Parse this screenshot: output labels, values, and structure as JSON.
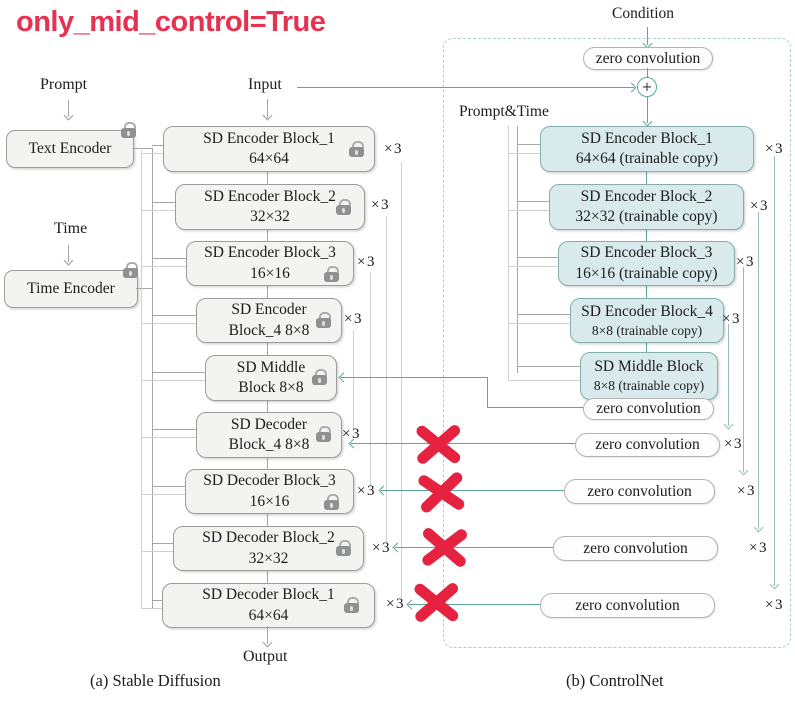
{
  "title": "only_mid_control=True",
  "colors": {
    "title_red": "#e73150",
    "cross_red": "#e52240",
    "accent_teal": "#5aa79e",
    "trainable_fill": "#d9eaec",
    "locked_fill": "#f3f3f2"
  },
  "stable_diffusion": {
    "caption": "(a) Stable Diffusion",
    "prompt_label": "Prompt",
    "text_encoder_label": "Text Encoder",
    "time_label": "Time",
    "time_encoder_label": "Time Encoder",
    "input_label": "Input",
    "output_label": "Output",
    "blocks": [
      {
        "line1": "SD Encoder Block_1",
        "line2": "64×64",
        "mult": "×3"
      },
      {
        "line1": "SD Encoder Block_2",
        "line2": "32×32",
        "mult": "×3"
      },
      {
        "line1": "SD Encoder Block_3",
        "line2": "16×16",
        "mult": "×3"
      },
      {
        "line1": "SD Encoder",
        "line2": "Block_4 8×8",
        "mult": "×3"
      },
      {
        "line1": "SD Middle",
        "line2": "Block 8×8"
      },
      {
        "line1": "SD Decoder",
        "line2": "Block_4 8×8",
        "mult": "×3"
      },
      {
        "line1": "SD Decoder Block_3",
        "line2": "16×16",
        "mult": "×3"
      },
      {
        "line1": "SD Decoder Block_2",
        "line2": "32×32",
        "mult": "×3"
      },
      {
        "line1": "SD Decoder Block_1",
        "line2": "64×64",
        "mult": "×3"
      }
    ]
  },
  "controlnet": {
    "caption": "(b) ControlNet",
    "condition_label": "Condition",
    "prompt_time_label": "Prompt&Time",
    "zero_conv_top": "zero convolution",
    "plus_symbol": "+",
    "blocks": [
      {
        "line1": "SD Encoder Block_1",
        "line2": "64×64 (trainable copy)",
        "mult": "×3"
      },
      {
        "line1": "SD Encoder Block_2",
        "line2": "32×32 (trainable copy)",
        "mult": "×3"
      },
      {
        "line1": "SD Encoder Block_3",
        "line2": "16×16 (trainable copy)",
        "mult": "×3"
      },
      {
        "line1": "SD Encoder Block_4",
        "line2": "8×8 (trainable copy)",
        "mult": "×3"
      },
      {
        "line1": "SD Middle Block",
        "line2": "8×8 (trainable copy)"
      }
    ],
    "zero_conv_mid": "zero convolution",
    "zero_convs": [
      {
        "label": "zero convolution",
        "mult": "×3"
      },
      {
        "label": "zero convolution",
        "mult": "×3"
      },
      {
        "label": "zero convolution",
        "mult": "×3"
      },
      {
        "label": "zero convolution",
        "mult": "×3"
      }
    ]
  }
}
